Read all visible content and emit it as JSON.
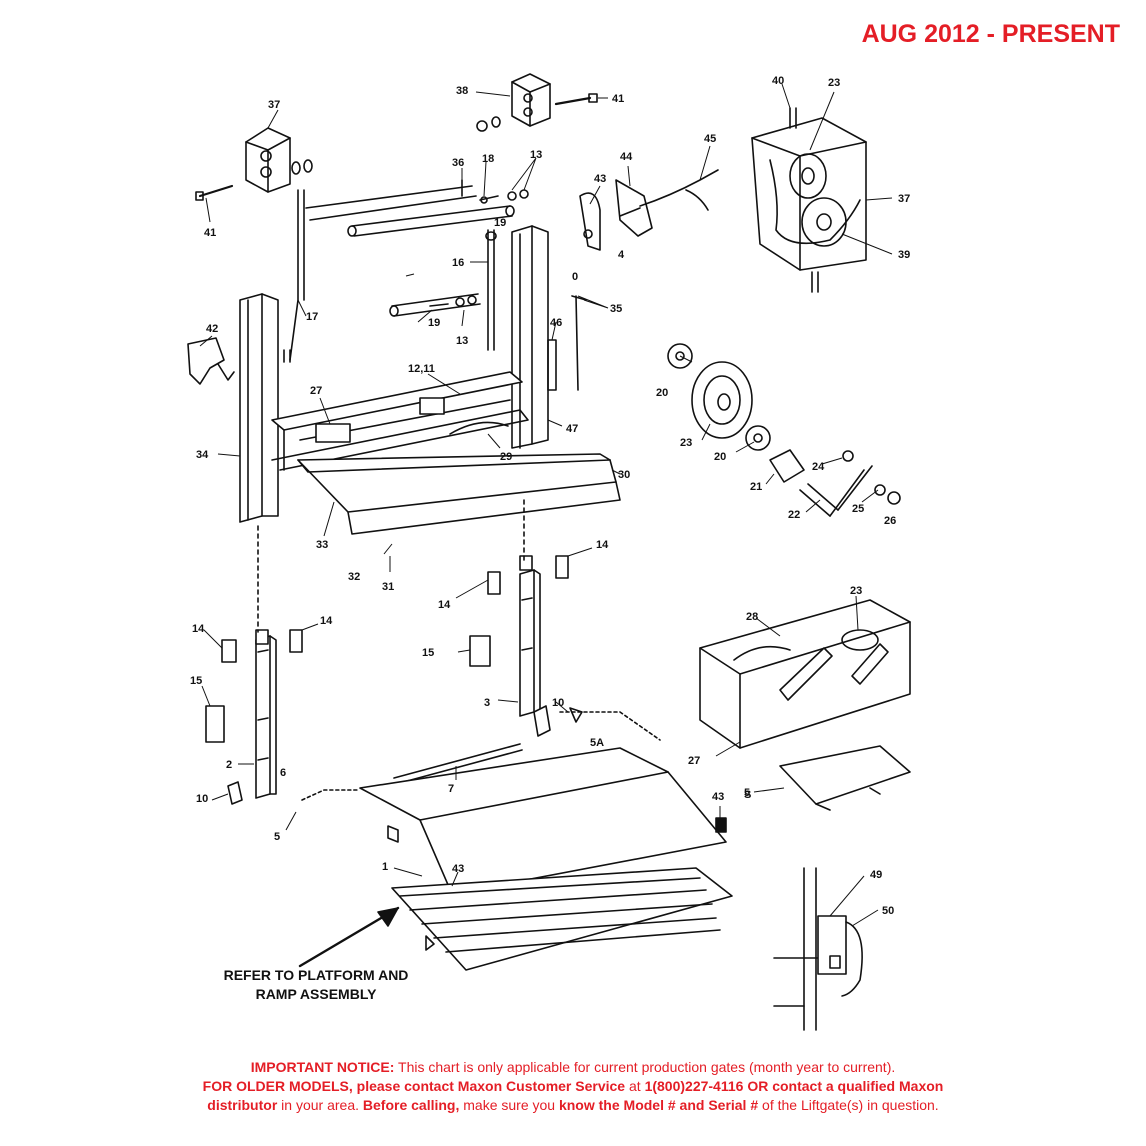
{
  "header": {
    "date_range": "AUG 2012 - PRESENT"
  },
  "callouts": [
    "37",
    "38",
    "41",
    "41",
    "36",
    "18",
    "13",
    "13",
    "19",
    "19",
    "43",
    "44",
    "45",
    "40",
    "23",
    "37",
    "39",
    "17",
    "16",
    "42",
    "35",
    "0",
    "46",
    "27",
    "12,11",
    "34",
    "29",
    "47",
    "30",
    "33",
    "32",
    "31",
    "20",
    "23",
    "20",
    "24",
    "21",
    "22",
    "25",
    "26",
    "14",
    "14",
    "14",
    "14",
    "15",
    "15",
    "2",
    "3",
    "6",
    "10",
    "10",
    "5",
    "5A",
    "7",
    "43",
    "43",
    "1",
    "5",
    "28",
    "23",
    "27",
    "S",
    "49",
    "50",
    "4"
  ],
  "refer_note": {
    "line1": "REFER TO PLATFORM AND",
    "line2": "RAMP ASSEMBLY"
  },
  "notice": {
    "lead_bold": "IMPORTANT NOTICE:",
    "lead_text": " This chart is only applicable for current production gates (month year to current).",
    "line2_bold": "FOR OLDER MODELS, please contact Maxon Customer Service",
    "line2_at": " at ",
    "line2_phone": "1(800)227-4116 OR contact a qualified Maxon",
    "line3_bold": "distributor",
    "line3_text": " in your area. ",
    "line3_bold2": "Before calling,",
    "line3_text2": " make sure you ",
    "line3_bold3": "know the Model # and Serial #",
    "line3_text3": " of the Liftgate(s) in question."
  },
  "colors": {
    "accent": "#e41e26",
    "ink": "#111111"
  }
}
